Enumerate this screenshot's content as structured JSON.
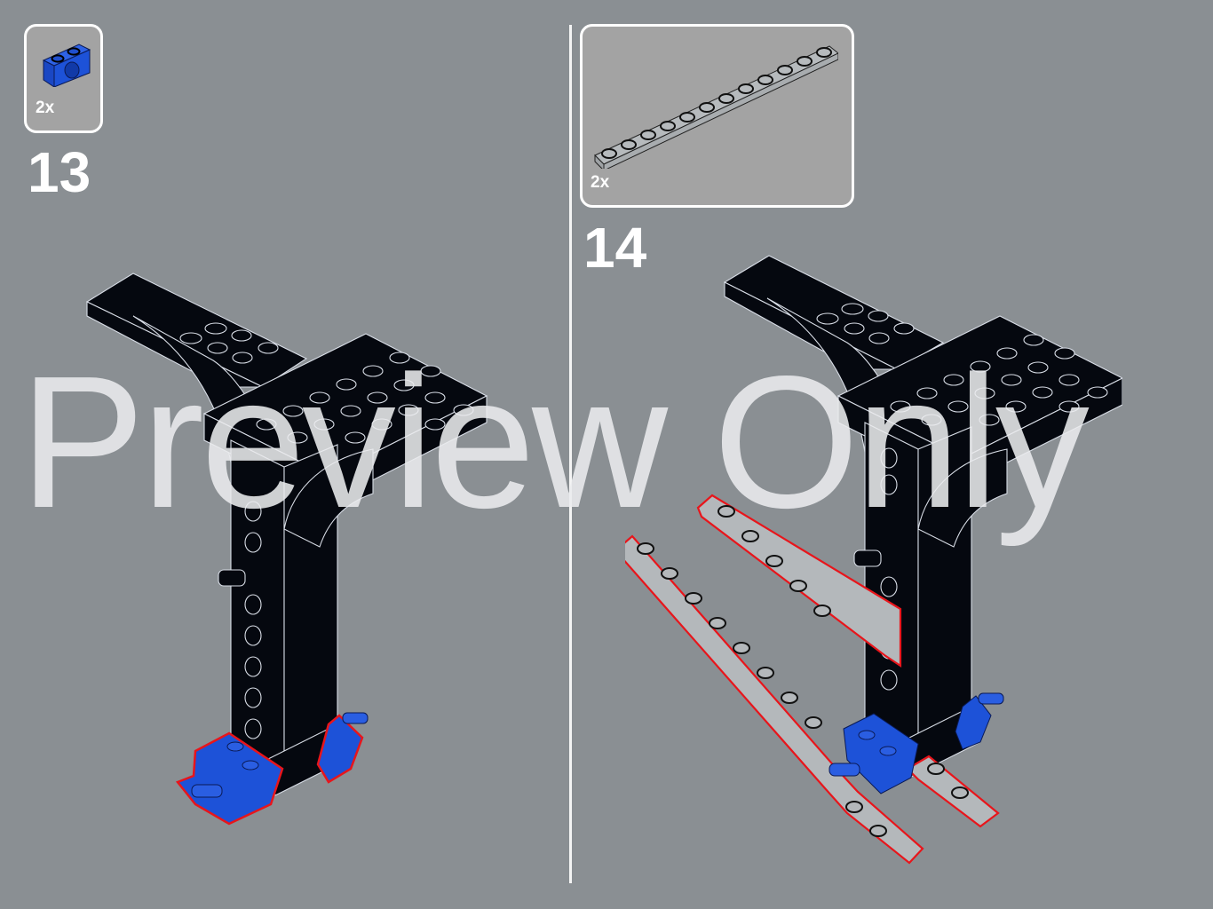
{
  "page": {
    "background": "#8a8f93",
    "divider_color": "#f4f4f4"
  },
  "steps": [
    {
      "number": "13",
      "parts": [
        {
          "name": "Blue Technic brick 1x2 with hole",
          "quantity": "2x",
          "color": "#1a4fd6"
        }
      ],
      "callout_outline_color": "#e8151b"
    },
    {
      "number": "14",
      "parts": [
        {
          "name": "Light grey plate 1x12",
          "quantity": "2x",
          "color": "#b4b8bb"
        }
      ],
      "callout_outline_color": "#e8151b"
    }
  ],
  "watermark": {
    "text": "Preview Only"
  },
  "colors": {
    "model_black": "#05080f",
    "model_lines": "#d8dde6",
    "blue_part": "#1a4fd6",
    "grey_plate": "#b4b8bb",
    "highlight": "#e8151b"
  }
}
